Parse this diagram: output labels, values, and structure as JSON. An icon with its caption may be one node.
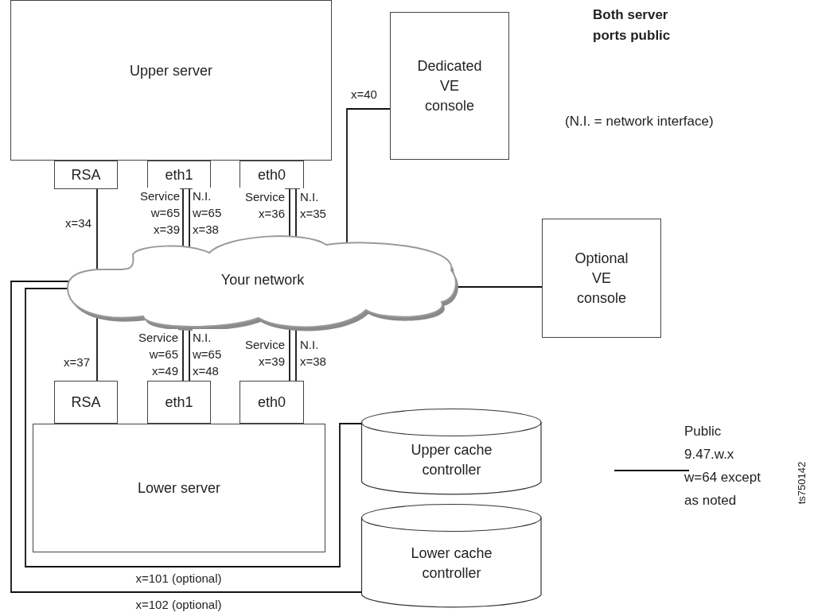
{
  "diagram": {
    "title": "Both server ports public",
    "nodes": [
      {
        "text": [
          "Upper server"
        ]
      },
      {
        "text": [
          "RSA"
        ]
      },
      {
        "text": [
          "eth1"
        ]
      },
      {
        "text": [
          "eth0"
        ]
      },
      {
        "text": [
          "Dedicated VE console"
        ]
      },
      {
        "text": [
          "Your network"
        ]
      },
      {
        "text": [
          "Optional VE console"
        ]
      },
      {
        "text": [
          "RSA"
        ]
      },
      {
        "text": [
          "eth1"
        ]
      },
      {
        "text": [
          "eth0"
        ]
      },
      {
        "text": [
          "Lower server"
        ]
      },
      {
        "text": [
          "Upper cache controller"
        ]
      },
      {
        "text": [
          "Lower cache controller"
        ]
      }
    ],
    "edges": [
      {
        "from": 1,
        "to": 5,
        "arrow": "none",
        "label": "x=34"
      },
      {
        "from": 2,
        "to": 5,
        "arrow": "none",
        "label": "Service w=65 x=39"
      },
      {
        "from": 2,
        "to": 5,
        "arrow": "none",
        "label": "N.I. w=65 x=38"
      },
      {
        "from": 3,
        "to": 5,
        "arrow": "none",
        "label": "Service x=36"
      },
      {
        "from": 3,
        "to": 5,
        "arrow": "none",
        "label": "N.I. x=35"
      },
      {
        "from": 5,
        "to": 4,
        "arrow": "none",
        "label": "x=40"
      },
      {
        "from": 5,
        "to": 6,
        "arrow": "none"
      },
      {
        "from": 5,
        "to": 7,
        "arrow": "none",
        "label": "x=37"
      },
      {
        "from": 5,
        "to": 8,
        "arrow": "none",
        "label": "Service w=65 x=49"
      },
      {
        "from": 5,
        "to": 8,
        "arrow": "none",
        "label": "N.I. w=65 x=48"
      },
      {
        "from": 5,
        "to": 9,
        "arrow": "none",
        "label": "Service x=39"
      },
      {
        "from": 5,
        "to": 9,
        "arrow": "none",
        "label": "N.I. x=38"
      },
      {
        "from": 5,
        "to": 11,
        "arrow": "none",
        "label": "x=101 (optional)"
      },
      {
        "from": 5,
        "to": 12,
        "arrow": "none",
        "label": "x=102 (optional)"
      }
    ],
    "labels": [
      "(N.I. = network interface)",
      "ts750142"
    ],
    "legend": [
      {
        "text": "Public 9.47.w.x w=64 except as noted"
      }
    ]
  }
}
